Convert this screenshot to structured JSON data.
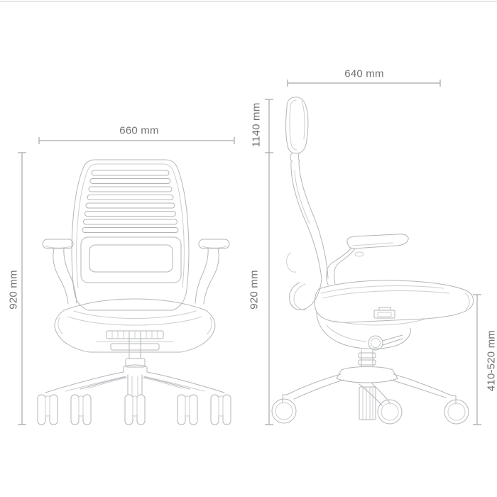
{
  "colors": {
    "background": "#ffffff",
    "line_art": "#b3b6b9",
    "line_art_light": "#cbced1",
    "dimension_line": "#a3a7ab",
    "label_text": "#6e7276"
  },
  "dims": {
    "front_width": "660 mm",
    "front_height": "920 mm",
    "side_depth": "640 mm",
    "side_overall_height": "1140 mm",
    "side_back_height": "920 mm",
    "side_seat_height": "410-520 mm"
  }
}
